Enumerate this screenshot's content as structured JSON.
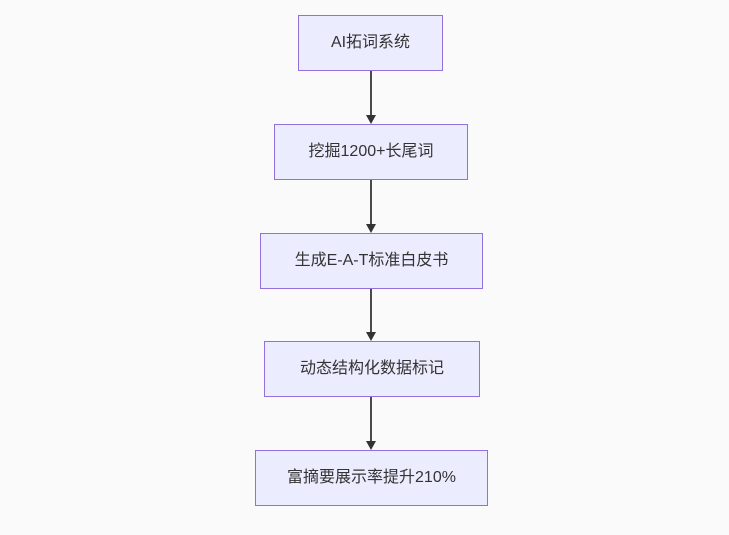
{
  "diagram": {
    "type": "flowchart",
    "direction": "top-down",
    "nodes": [
      {
        "label": "AI拓词系统"
      },
      {
        "label": "挖掘1200+长尾词"
      },
      {
        "label": "生成E-A-T标准白皮书"
      },
      {
        "label": "动态结构化数据标记"
      },
      {
        "label": "富摘要展示率提升210%"
      }
    ],
    "edges": [
      {
        "from": "AI拓词系统",
        "to": "挖掘1200+长尾词"
      },
      {
        "from": "挖掘1200+长尾词",
        "to": "生成E-A-T标准白皮书"
      },
      {
        "from": "生成E-A-T标准白皮书",
        "to": "动态结构化数据标记"
      },
      {
        "from": "动态结构化数据标记",
        "to": "富摘要展示率提升210%"
      }
    ],
    "colors": {
      "node_fill": "#ECECFF",
      "node_border": "#9370DB",
      "edge_line": "#4A4A4A",
      "arrowhead": "#333333",
      "text": "#333333",
      "background": "#FAFAFA"
    }
  }
}
